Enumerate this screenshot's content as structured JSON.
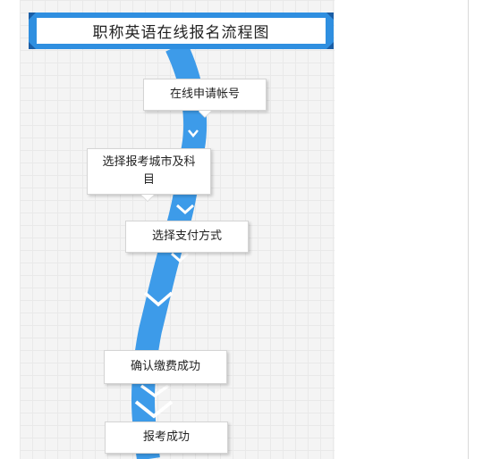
{
  "title": "职称英语在线报名流程图",
  "steps": [
    {
      "label": "在线申请帐号"
    },
    {
      "label": "选择报考城市及科目"
    },
    {
      "label": "选择支付方式"
    },
    {
      "label": "确认缴费成功"
    },
    {
      "label": "报考成功"
    }
  ],
  "colors": {
    "ribbon": "#3d9be9",
    "title_frame": "#2f8fe0",
    "title_corner": "#1a5ea6",
    "canvas": "#f4f4f4"
  }
}
